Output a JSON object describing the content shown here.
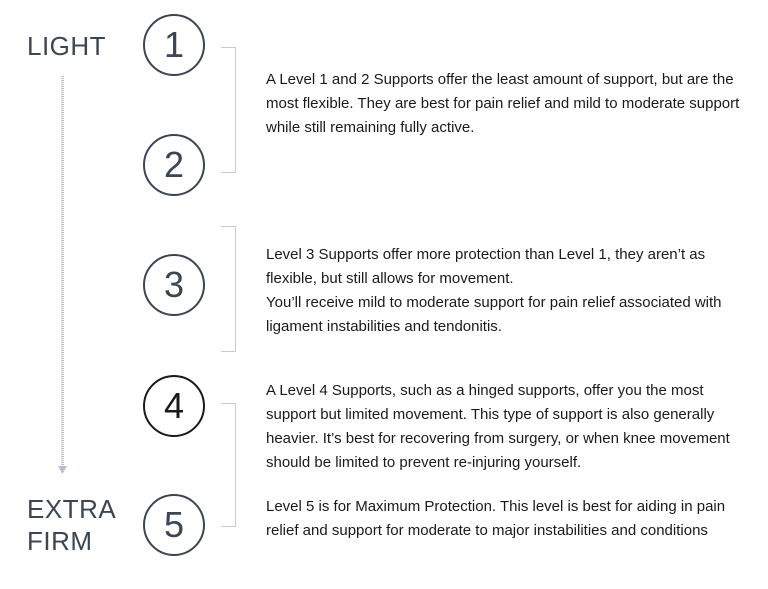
{
  "scale": {
    "top_label": "LIGHT",
    "bottom_label_line1": "EXTRA",
    "bottom_label_line2": "FIRM"
  },
  "levels": [
    {
      "number": "1"
    },
    {
      "number": "2"
    },
    {
      "number": "3"
    },
    {
      "number": "4"
    },
    {
      "number": "5"
    }
  ],
  "descriptions": {
    "levels_1_2": "A Level 1 and 2 Supports offer the least amount of support, but are the most flexible. They are best for pain relief and mild to moderate support while still remaining fully active.",
    "level_3_line1": "Level 3 Supports offer more protection than Level 1, they aren’t as flexible, but still allows for movement.",
    "level_3_line2": "You’ll receive mild to moderate support for pain relief associated with ligament instabilities and tendonitis.",
    "level_4": "A Level 4 Supports, such as a hinged supports, offer you the most support but limited movement. This type of support is also generally heavier. It’s best for recovering from surgery, or when knee movement should be limited to prevent re-injuring yourself.",
    "level_5": "Level 5 is for Maximum Protection. This level is best for aiding in pain relief and support for moderate to major instabilities and conditions"
  },
  "colors": {
    "label": "#3a4654",
    "arrow": "#b8c0cc",
    "bracket": "#c8ccd0"
  }
}
